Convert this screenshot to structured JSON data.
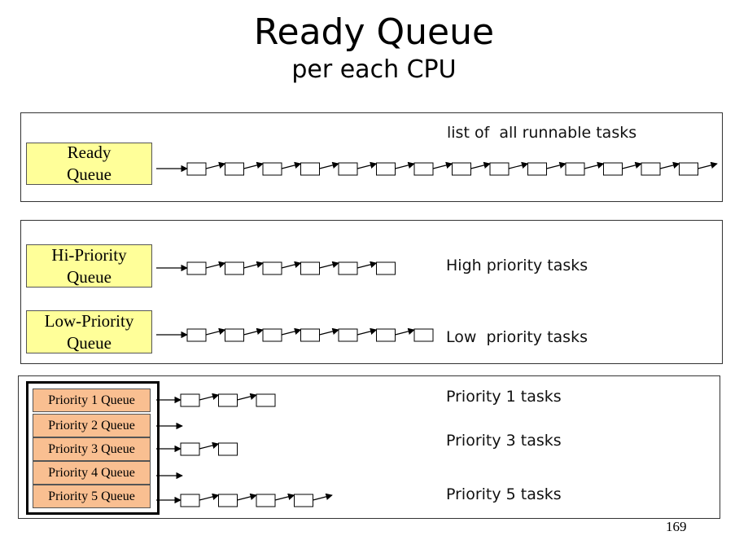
{
  "title": "Ready Queue",
  "subtitle": "per each CPU",
  "panels": {
    "single": {
      "queue_label_line1": "Ready",
      "queue_label_line2": "Queue",
      "description": "list of  all runnable tasks"
    },
    "two_level": {
      "hi_label_line1": "Hi-Priority",
      "hi_label_line2": "Queue",
      "hi_description": "High priority tasks",
      "low_label_line1": "Low-Priority",
      "low_label_line2": "Queue",
      "low_description": "Low  priority tasks"
    },
    "multi": {
      "queues": [
        {
          "label": "Priority 1 Queue",
          "tasks": 3
        },
        {
          "label": "Priority 2 Queue",
          "tasks": 0
        },
        {
          "label": "Priority 3 Queue",
          "tasks": 2
        },
        {
          "label": "Priority 4 Queue",
          "tasks": 0
        },
        {
          "label": "Priority 5 Queue",
          "tasks": 4
        }
      ],
      "desc_p1": "Priority 1 tasks",
      "desc_p3": "Priority 3 tasks",
      "desc_p5": "Priority 5 tasks"
    }
  },
  "task_counts": {
    "ready_queue": 14,
    "hi_priority": 6,
    "low_priority": 7
  },
  "page_number": "169",
  "colors": {
    "queue_label_fill": "#ffff99",
    "priority_queue_fill": "#f9bf91"
  }
}
